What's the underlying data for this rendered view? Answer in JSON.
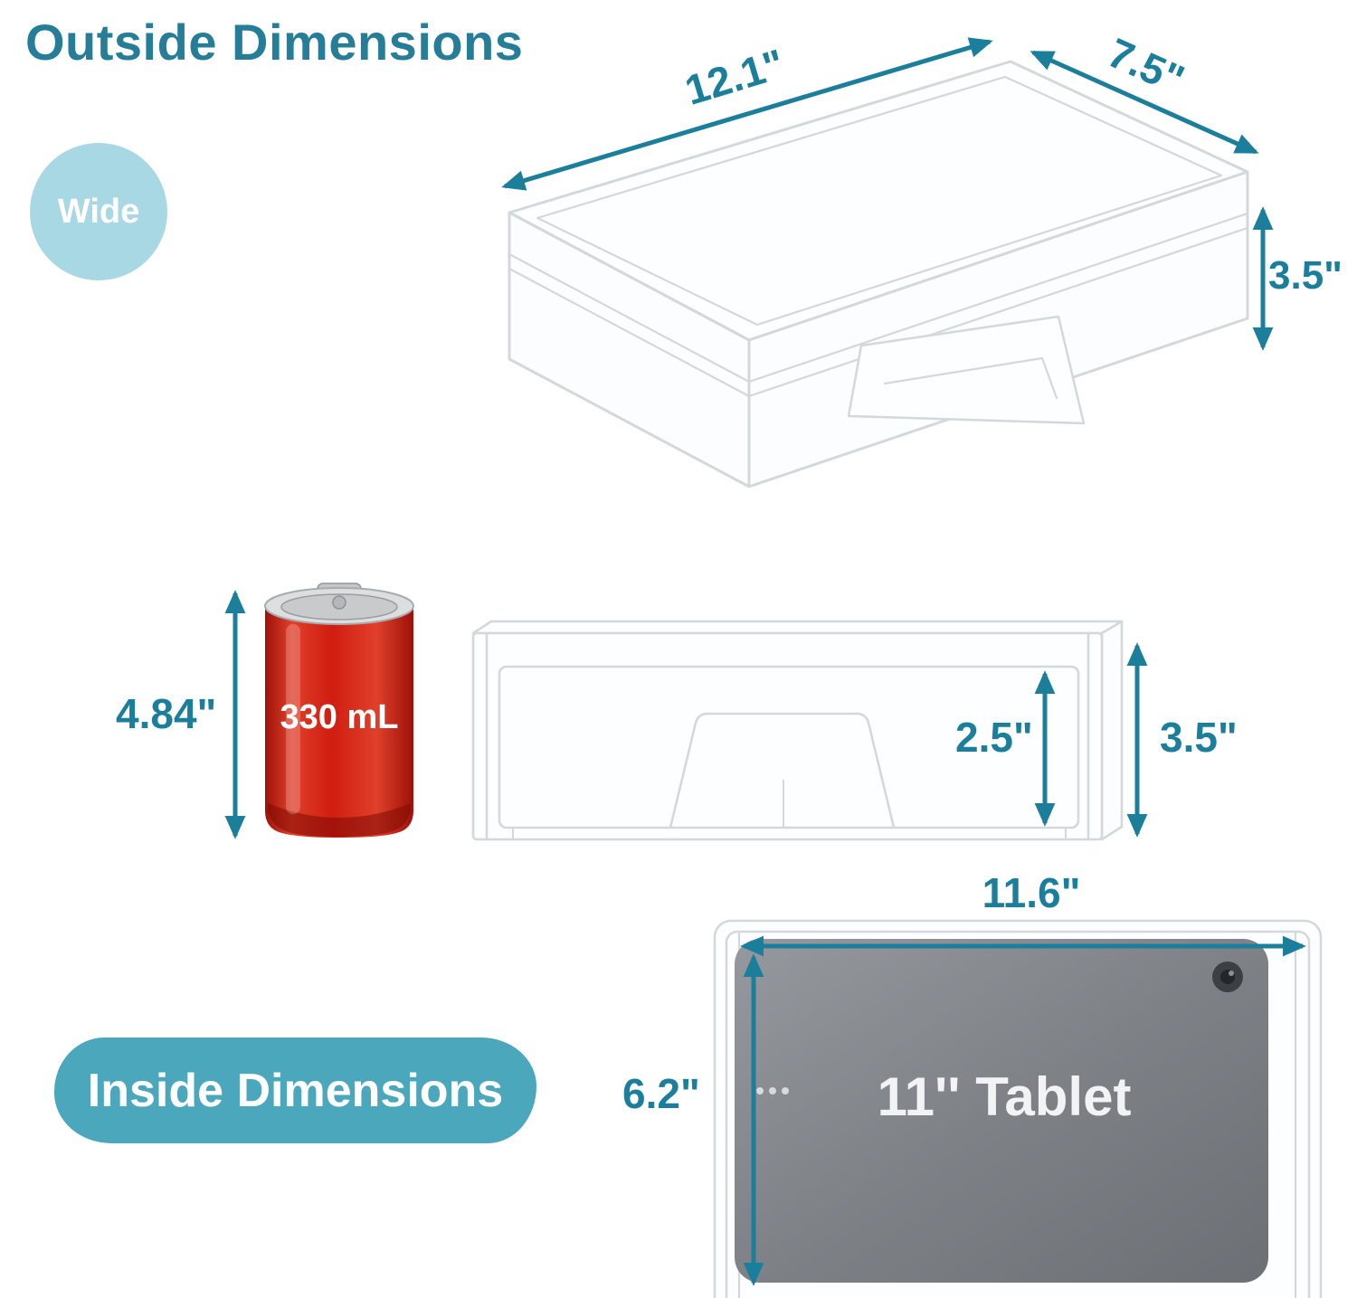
{
  "colors": {
    "accent_teal": "#1b7f9c",
    "header_teal": "#257d98",
    "badge_light_blue": "#a8d8e3",
    "badge_teal": "#4ba7bb",
    "can_red": "#d01d0f",
    "tablet_gray": "#7e8287",
    "outline_gray": "#d3d8db"
  },
  "outside": {
    "title": "Outside Dimensions",
    "badge": "Wide",
    "width": "12.1\"",
    "depth": "7.5\"",
    "height": "3.5\""
  },
  "reference": {
    "can_height": "4.84\"",
    "can_volume": "330 mL"
  },
  "side_view": {
    "inner_height": "2.5\"",
    "outer_height": "3.5\""
  },
  "inside": {
    "badge": "Inside Dimensions",
    "width": "11.6\"",
    "depth": "6.2\"",
    "tablet_label": "11'' Tablet"
  }
}
